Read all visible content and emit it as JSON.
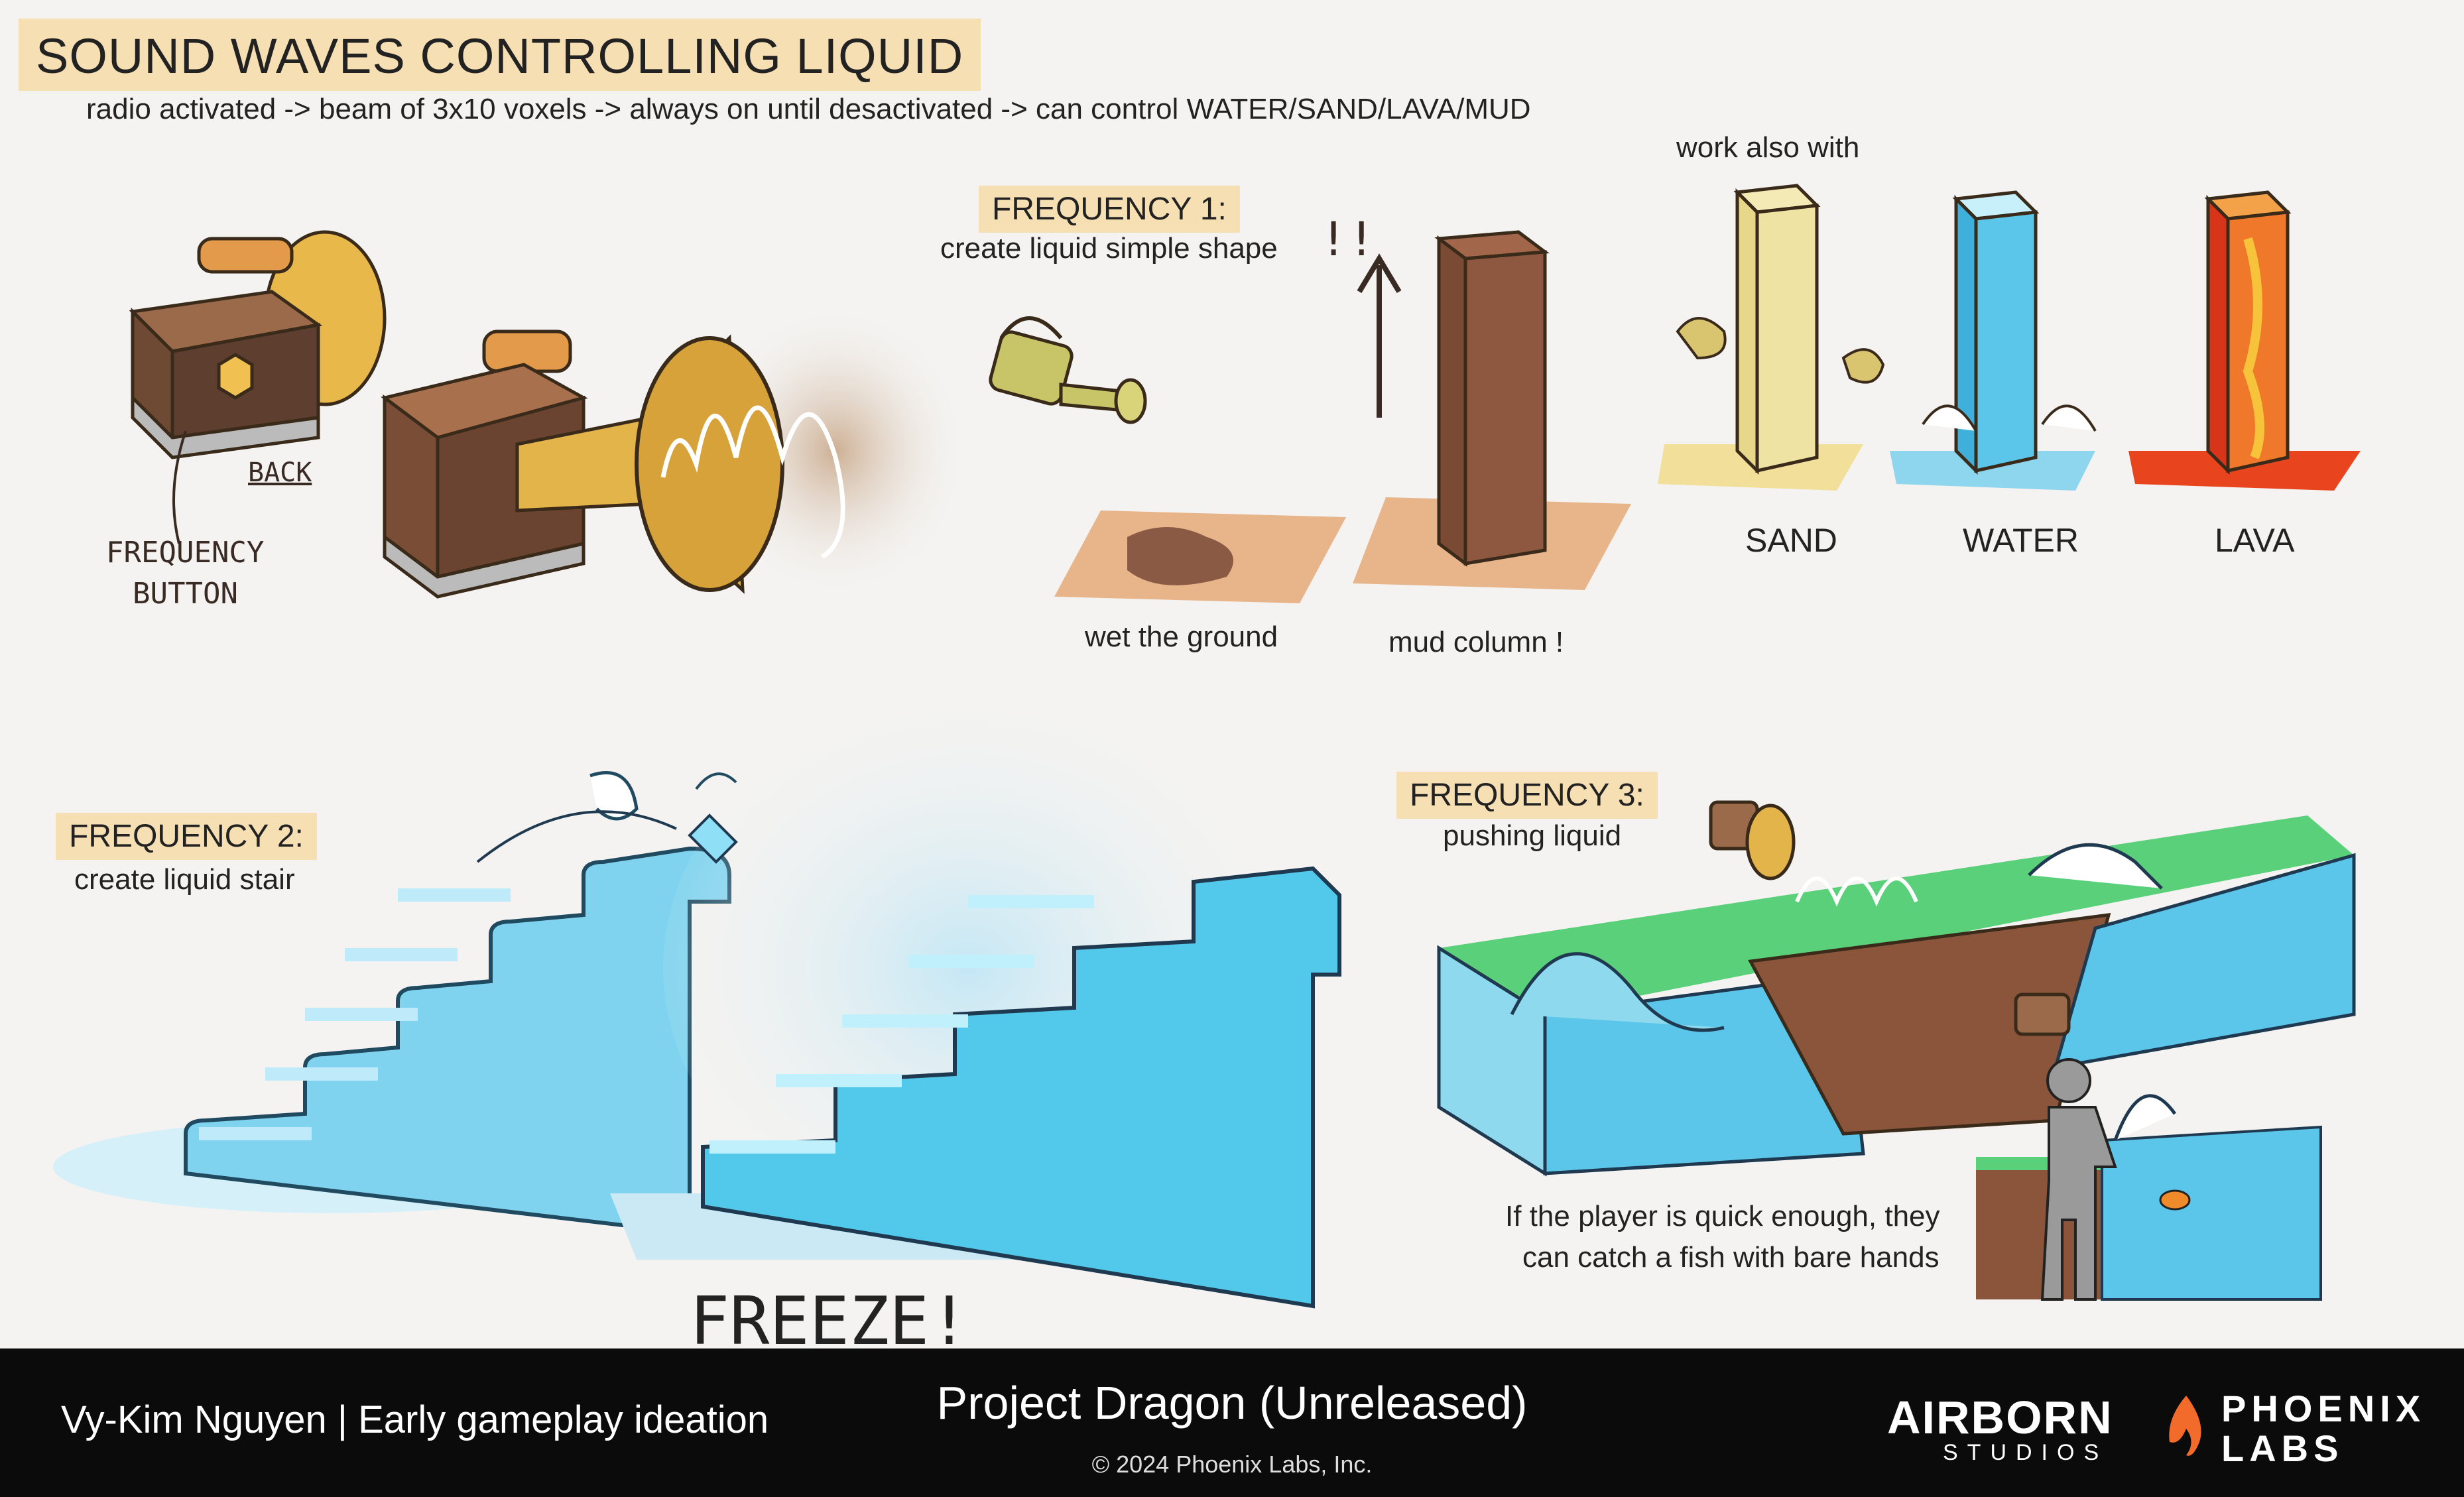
{
  "header": {
    "title": "SOUND WAVES CONTROLLING LIQUID",
    "subtitle": "radio activated -> beam of 3x10 voxels -> always on until desactivated -> can control WATER/SAND/LAVA/MUD"
  },
  "radio": {
    "back_label": "BACK",
    "button_label_line1": "FREQUENCY",
    "button_label_line2": "BUTTON"
  },
  "frequency1": {
    "tag": "FREQUENCY 1:",
    "desc": "create liquid simple shape",
    "exclaim": "!!",
    "wet_caption": "wet the ground",
    "mud_caption": "mud column !",
    "work_also": "work also with",
    "materials": [
      "SAND",
      "WATER",
      "LAVA"
    ]
  },
  "frequency2": {
    "tag": "FREQUENCY 2:",
    "desc": "create liquid stair",
    "freeze": "FREEZE!"
  },
  "frequency3": {
    "tag": "FREQUENCY 3:",
    "desc": "pushing liquid",
    "note_line1": "If the player is quick enough, they",
    "note_line2": "can catch a fish with bare hands"
  },
  "footer": {
    "author": "Vy-Kim Nguyen",
    "separator": "|",
    "context": "Early gameplay ideation",
    "project": "Project Dragon (Unreleased)",
    "copyright": "© 2024 Phoenix Labs, Inc.",
    "logo1_main": "AIRBORN",
    "logo1_sub": "STUDIOS",
    "logo2_line1": "PHOENIX",
    "logo2_line2": "LABS"
  },
  "colors": {
    "tag_bg": "#f7dfb4",
    "background": "#f4f3f1",
    "footer_bg": "#0b0b0b",
    "water": "#5cc6ea",
    "sand": "#efe3a4",
    "lava": "#e8451f",
    "mud": "#8a4e34",
    "grass": "#5bd07a"
  }
}
